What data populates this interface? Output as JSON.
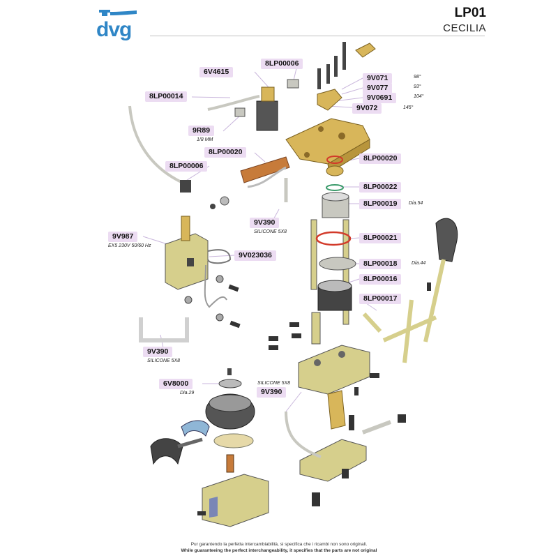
{
  "header": {
    "brand": "dvg",
    "model_code": "LP01",
    "model_name": "CECILIA"
  },
  "labels": [
    {
      "id": "6v4615",
      "text": "6V4615"
    },
    {
      "id": "8lp00006-top",
      "text": "8LP00006"
    },
    {
      "id": "8lp00014",
      "text": "8LP00014"
    },
    {
      "id": "9v071",
      "text": "9V071",
      "note": "98°"
    },
    {
      "id": "9v077",
      "text": "9V077",
      "note": "93°"
    },
    {
      "id": "9v0691",
      "text": "9V0691",
      "note": "104°"
    },
    {
      "id": "9v072",
      "text": "9V072",
      "note": "145°"
    },
    {
      "id": "9r89",
      "text": "9R89",
      "note": "1/8 MM"
    },
    {
      "id": "8lp00020-left",
      "text": "8LP00020"
    },
    {
      "id": "8lp00020-right",
      "text": "8LP00020"
    },
    {
      "id": "8lp00006-left",
      "text": "8LP00006"
    },
    {
      "id": "8lp00022",
      "text": "8LP00022"
    },
    {
      "id": "8lp00019",
      "text": "8LP00019",
      "note": "Dia.54"
    },
    {
      "id": "9v390-mid",
      "text": "9V390",
      "note": "SILICONE 5X8"
    },
    {
      "id": "9v987",
      "text": "9V987",
      "note": "EX5 230V 50/60 Hz"
    },
    {
      "id": "9v023036",
      "text": "9V023036"
    },
    {
      "id": "8lp00021",
      "text": "8LP00021"
    },
    {
      "id": "8lp00018",
      "text": "8LP00018",
      "note": "Dia.44"
    },
    {
      "id": "8lp00016",
      "text": "8LP00016"
    },
    {
      "id": "8lp00017",
      "text": "8LP00017"
    },
    {
      "id": "9v390-left",
      "text": "9V390",
      "note": "SILICONE 5X8"
    },
    {
      "id": "6v8000",
      "text": "6V8000",
      "note": "Dia.29"
    },
    {
      "id": "9v390-bottom",
      "text": "9V390",
      "note": "SILICONE 5X8"
    }
  ],
  "footer": {
    "line_it": "Pur garantendo la perfetta intercambiabilità, si specifica che i ricambi non sono originali.",
    "line_en": "While guaranteeing the perfect interchangeability, it specifies that the parts are not original"
  },
  "colors": {
    "brand_blue": "#2f86c6",
    "label_bg": "#ecdcf2",
    "leader": "#c9b6dc",
    "brass": "#d8b65a",
    "steel": "#c8c8c0",
    "dark": "#333333",
    "oring": "#d23a2a"
  }
}
